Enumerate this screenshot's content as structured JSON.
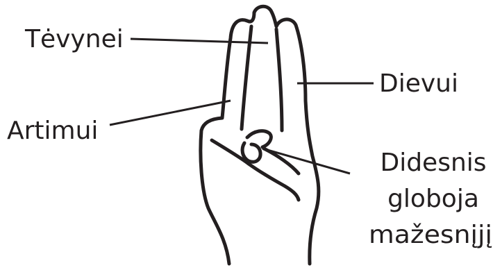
{
  "labels": {
    "tevynei": "Tėvynei",
    "dievui": "Dievui",
    "artimui": "Artimui",
    "didesnis_line1": "Didesnis",
    "didesnis_line2": "globoja",
    "didesnis_line3": "mažesnįjį"
  },
  "colors": {
    "ink": "#231f20",
    "background": "#ffffff"
  }
}
